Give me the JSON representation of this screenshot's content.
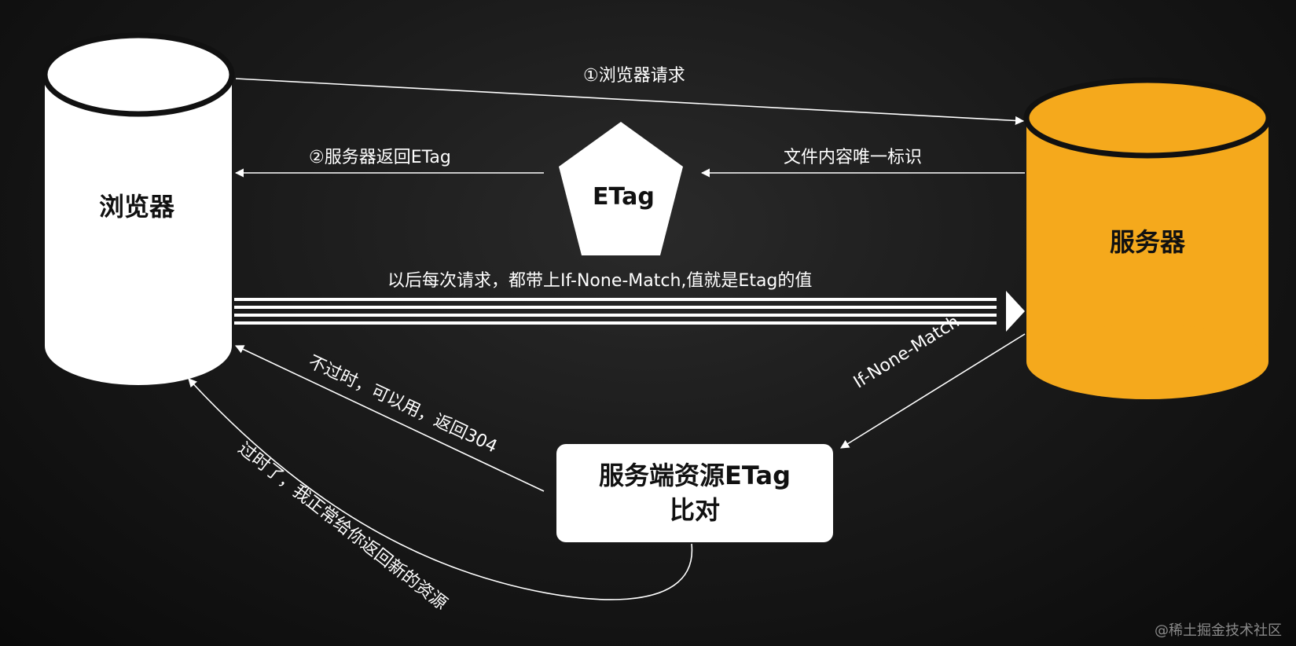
{
  "nodes": {
    "browser": "浏览器",
    "server": "服务器",
    "etag": "ETag",
    "compare_line1": "服务端资源ETag",
    "compare_line2": "比对"
  },
  "edges": {
    "browser_request": "①浏览器请求",
    "server_return_etag": "②服务器返回ETag",
    "file_unique_id": "文件内容唯一标识",
    "subsequent_requests": "以后每次请求，都带上If-None-Match,值就是Etag的值",
    "if_none_match": "If-None-Match",
    "not_expired": "不过时，可以用，返回304",
    "expired": "过时了，我正常给你返回新的资源"
  },
  "colors": {
    "background": "#1a1a1a",
    "browser_fill": "#ffffff",
    "server_fill": "#f5a91c",
    "lines": "#ffffff"
  },
  "watermark": "@稀土掘金技术社区"
}
